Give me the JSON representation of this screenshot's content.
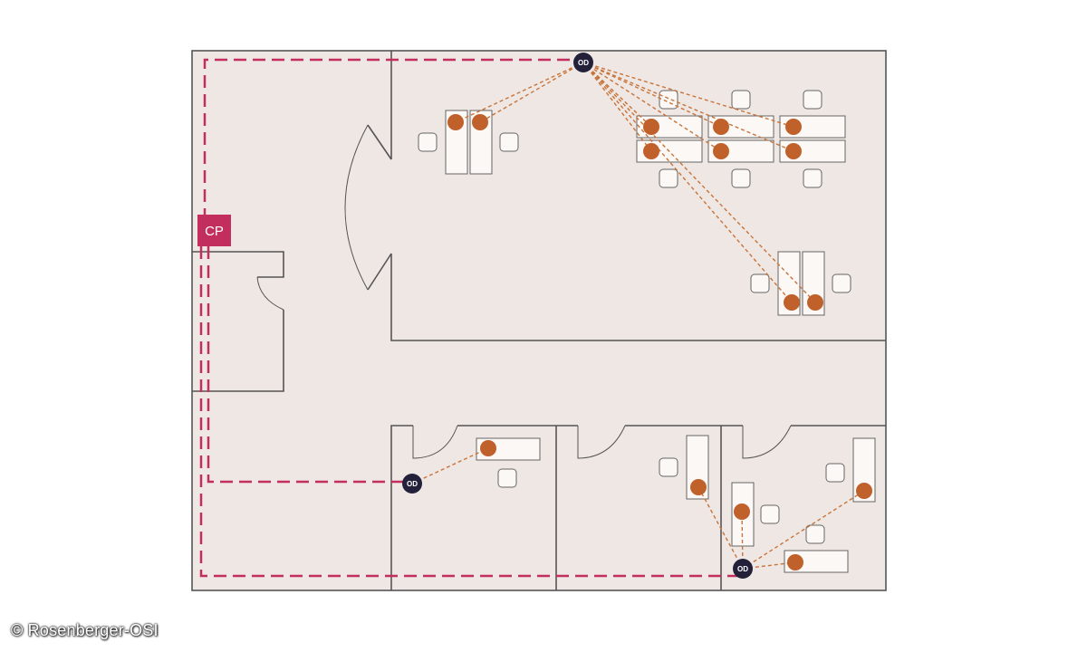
{
  "diagram": {
    "consolidation_point": {
      "label": "CP"
    },
    "outlets": [
      {
        "id": "od-top",
        "label": "OD"
      },
      {
        "id": "od-mid",
        "label": "OD"
      },
      {
        "id": "od-bottom",
        "label": "OD"
      }
    ],
    "colors": {
      "floor": "#efe7e3",
      "walls": "#555555",
      "backbone_cable": "#c22f5e",
      "drop_cable": "#c8743a",
      "workstation": "#c0602b",
      "outlet": "#23213a",
      "cp_box": "#c22f5e"
    }
  },
  "credit": "© Rosenberger-OSI"
}
